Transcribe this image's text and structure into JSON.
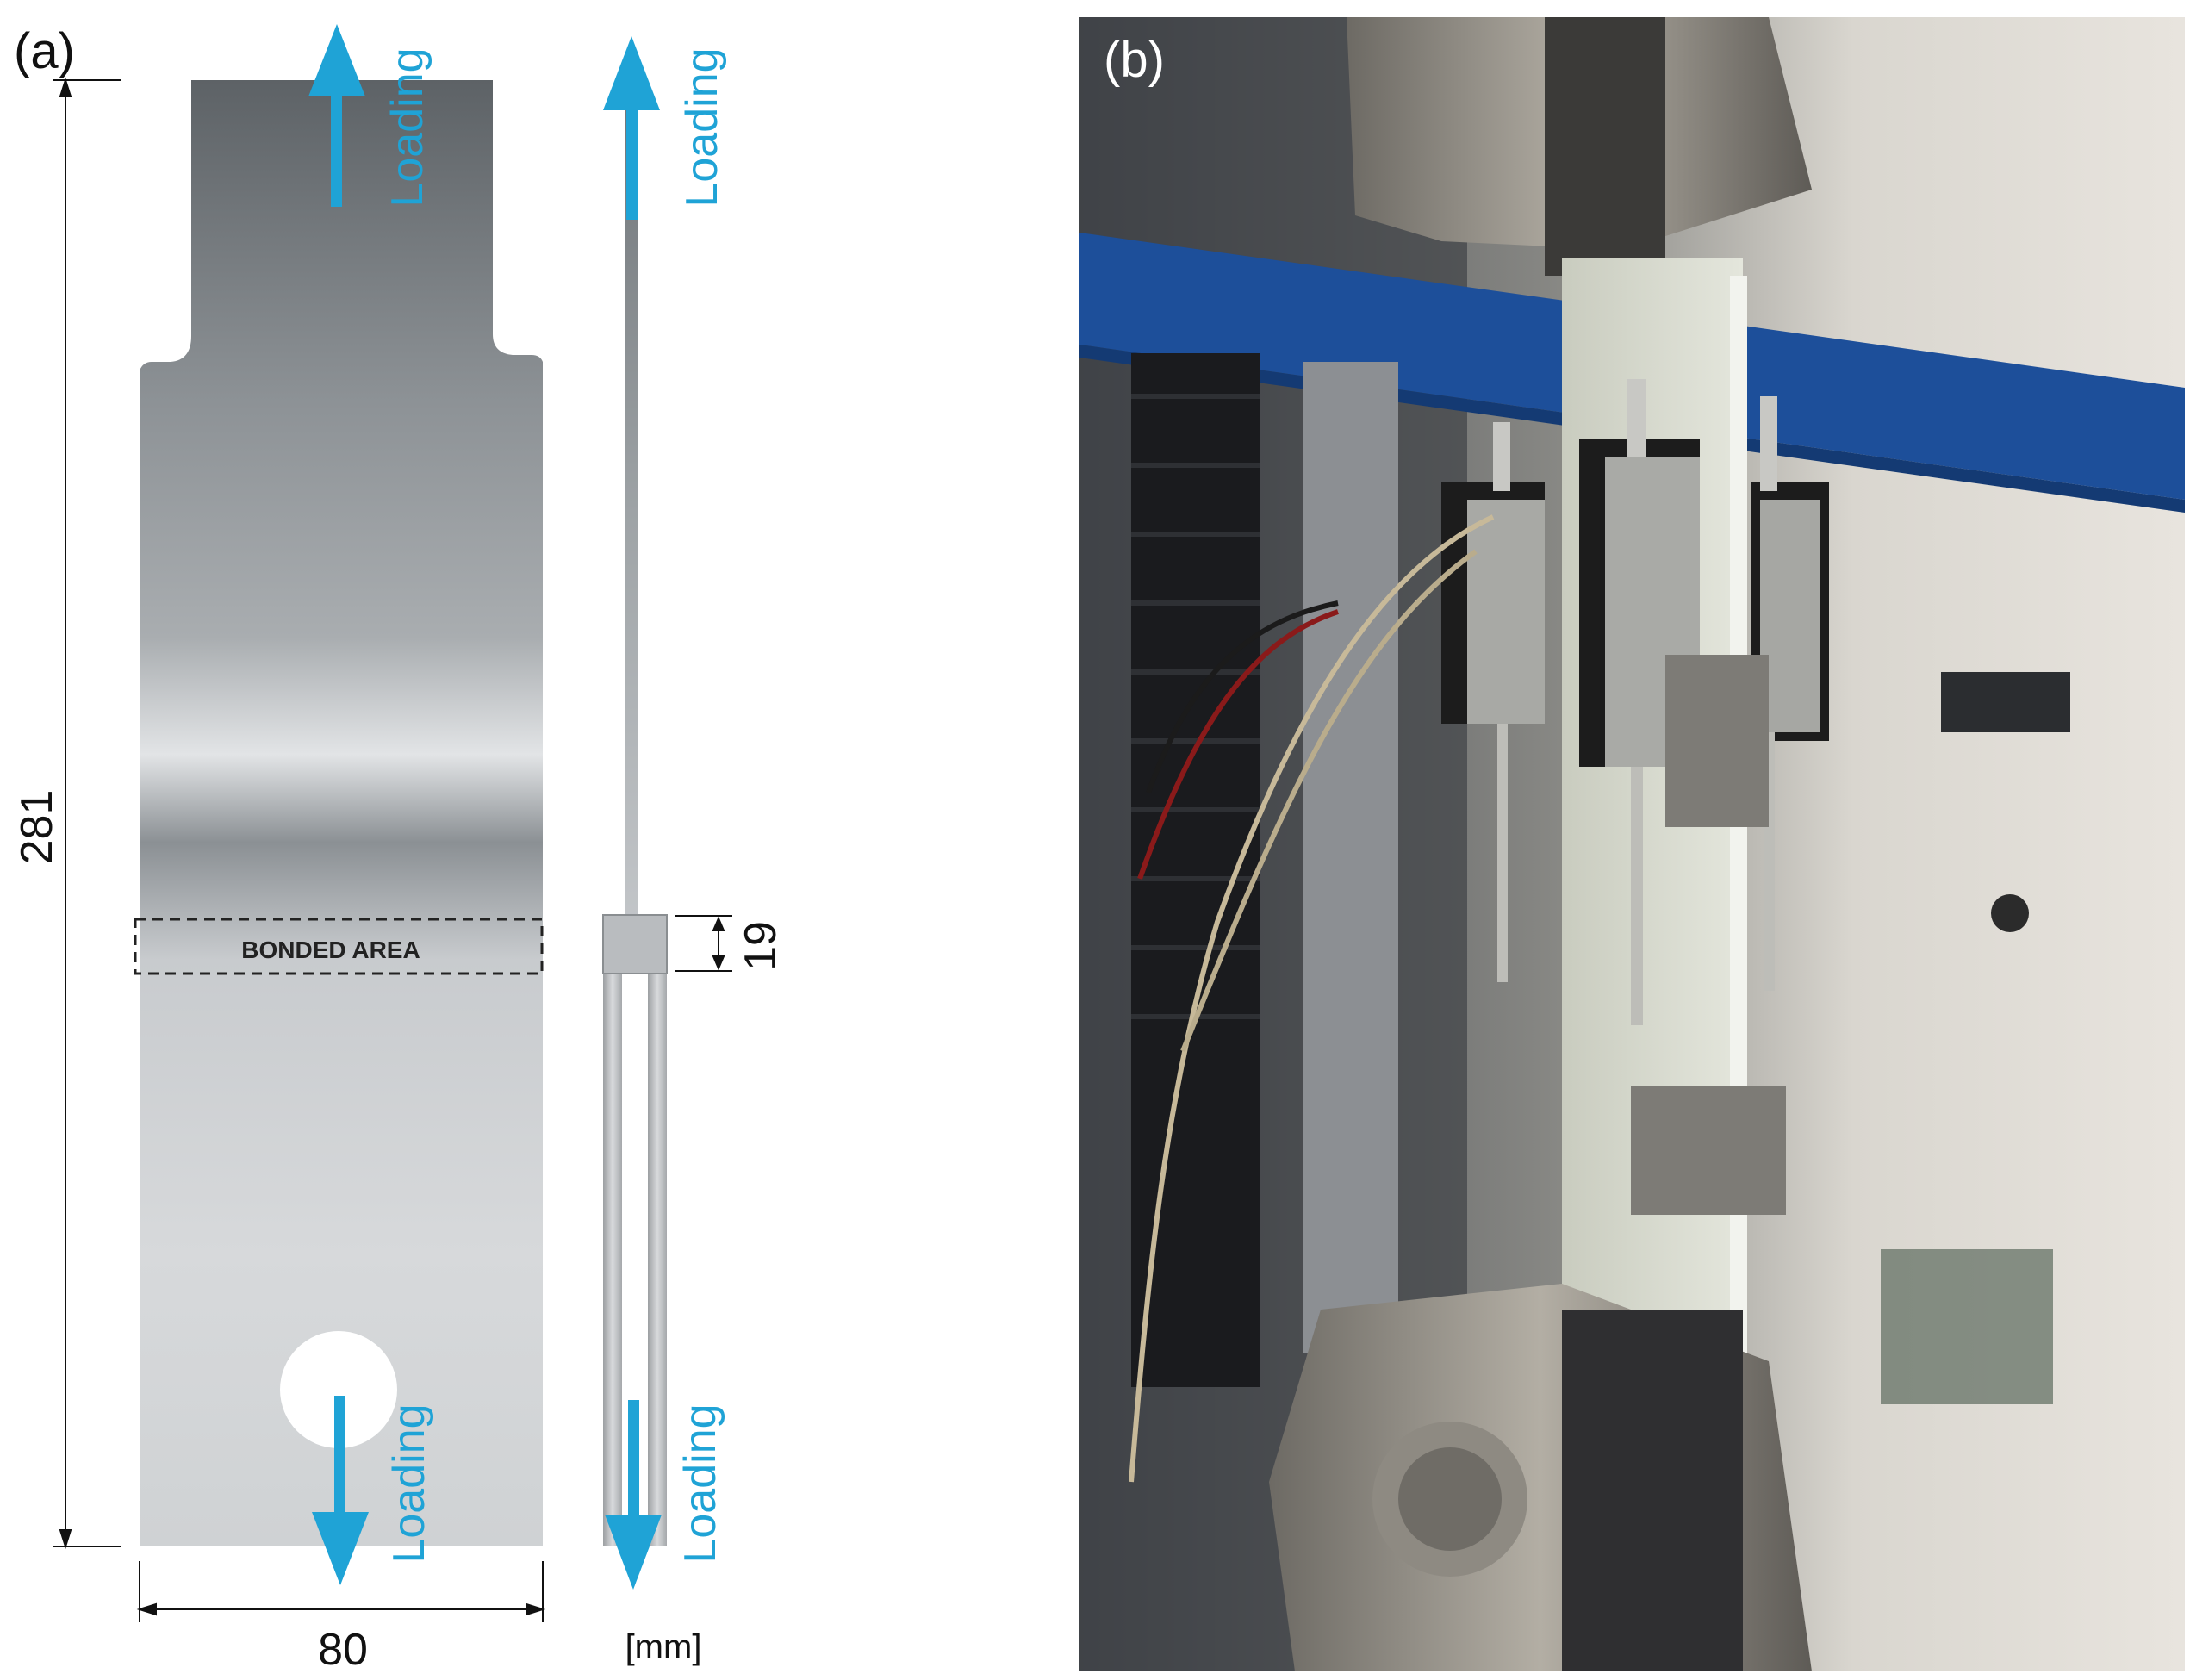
{
  "panel_a": {
    "label": "(a)",
    "loading_label": "Loading",
    "bonded_area_label": "BONDED AREA",
    "dimension_length": "281",
    "dimension_width": "80",
    "dimension_overlap": "19",
    "unit_label": "[mm]",
    "colors": {
      "arrow": "#1fa3d6",
      "metal_light": "#d9dcde",
      "metal_dark": "#6f7478"
    }
  },
  "panel_b": {
    "label": "(b)"
  }
}
